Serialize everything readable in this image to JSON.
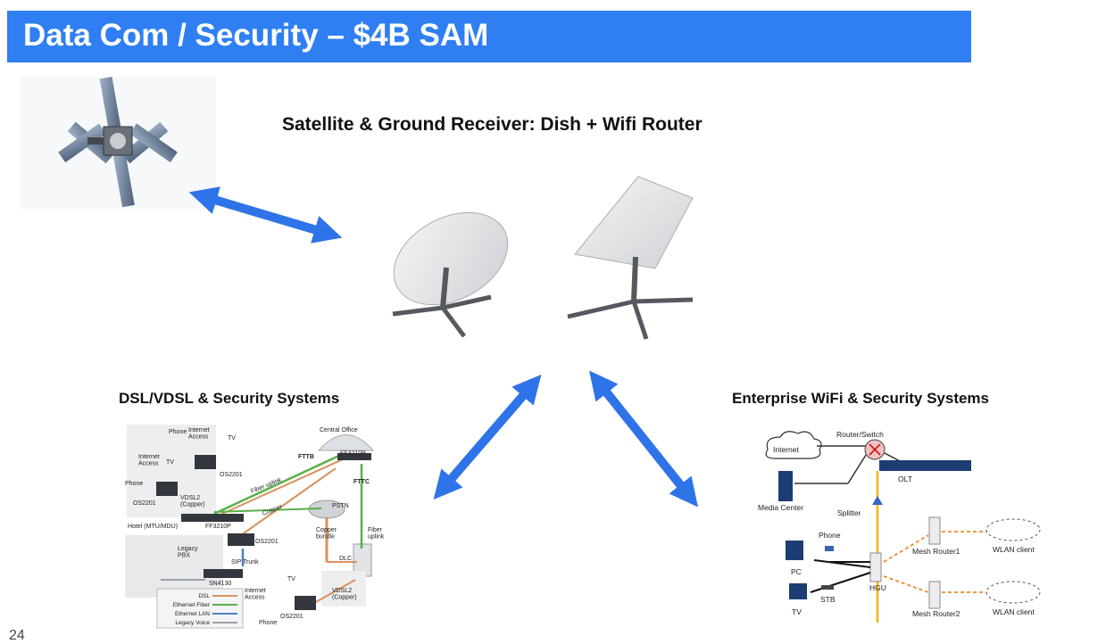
{
  "title": "Data Com / Security – $4B SAM",
  "headings": {
    "main": "Satellite & Ground Receiver: Dish + Wifi Router",
    "left": "DSL/VDSL & Security Systems",
    "right": "Enterprise WiFi & Security Systems"
  },
  "page_number": "24",
  "colors": {
    "title_bar": "#2f7ff2",
    "arrow": "#2f73e8"
  },
  "icons": [
    "satellite-icon",
    "dish-round-icon",
    "dish-flat-icon",
    "arrow-icon"
  ],
  "dsl_diagram": {
    "labels": {
      "phone_top": "Phone",
      "internet_access_top": "Internet\nAccess",
      "tv_top": "TV",
      "os2201_top": "OS2201",
      "internet_access_left": "Internet\nAccess",
      "tv_left": "TV",
      "phone_left": "Phone",
      "os2201_left": "OS2201",
      "vdsl2_top": "VDSL2\n(Copper)",
      "fiber_uplink_top": "Fiber uplink",
      "fttb": "FTTB",
      "central_office": "Central Office",
      "ff3210p_top": "FF3210P",
      "fttc": "FTTC",
      "ff3210p_mid": "FF3210P",
      "hotel": "Hotel (MTU/MDU)",
      "copper": "Copper",
      "pstn": "PSTN",
      "copper_bundle": "Copper\nbundle",
      "fiber_uplink_right": "Fiber\nuplink",
      "os2201_mid": "OS2201",
      "legacy_pbx": "Legacy\nPBX",
      "sip_trunk": "SIP Trunk",
      "sn4130": "SN4130",
      "dlc": "DLC",
      "tv_bottom": "TV",
      "internet_access_bottom": "Internet\nAccess",
      "vdsl2_bottom": "VDSL2\n(Copper)",
      "os2201_bottom": "OS2201",
      "phone_bottom": "Phone"
    },
    "legend": [
      "DSL",
      "Ethernet Fiber",
      "Ethernet LAN",
      "Legacy Voice"
    ],
    "legend_colors": [
      "#d9925c",
      "#59b04a",
      "#4f7fc8",
      "#9aa0a6"
    ]
  },
  "wifi_diagram": {
    "labels": {
      "router_switch": "Router/Switch",
      "internet": "Internet",
      "olt": "OLT",
      "media_center": "Media Center",
      "splitter": "Splitter",
      "phone": "Phone",
      "pc": "PC",
      "hgu": "HGU",
      "stb": "STB",
      "tv": "TV",
      "mesh_router1": "Mesh Router1",
      "mesh_router2": "Mesh Router2",
      "wlan_client_1": "WLAN client",
      "wlan_client_2": "WLAN client"
    }
  }
}
